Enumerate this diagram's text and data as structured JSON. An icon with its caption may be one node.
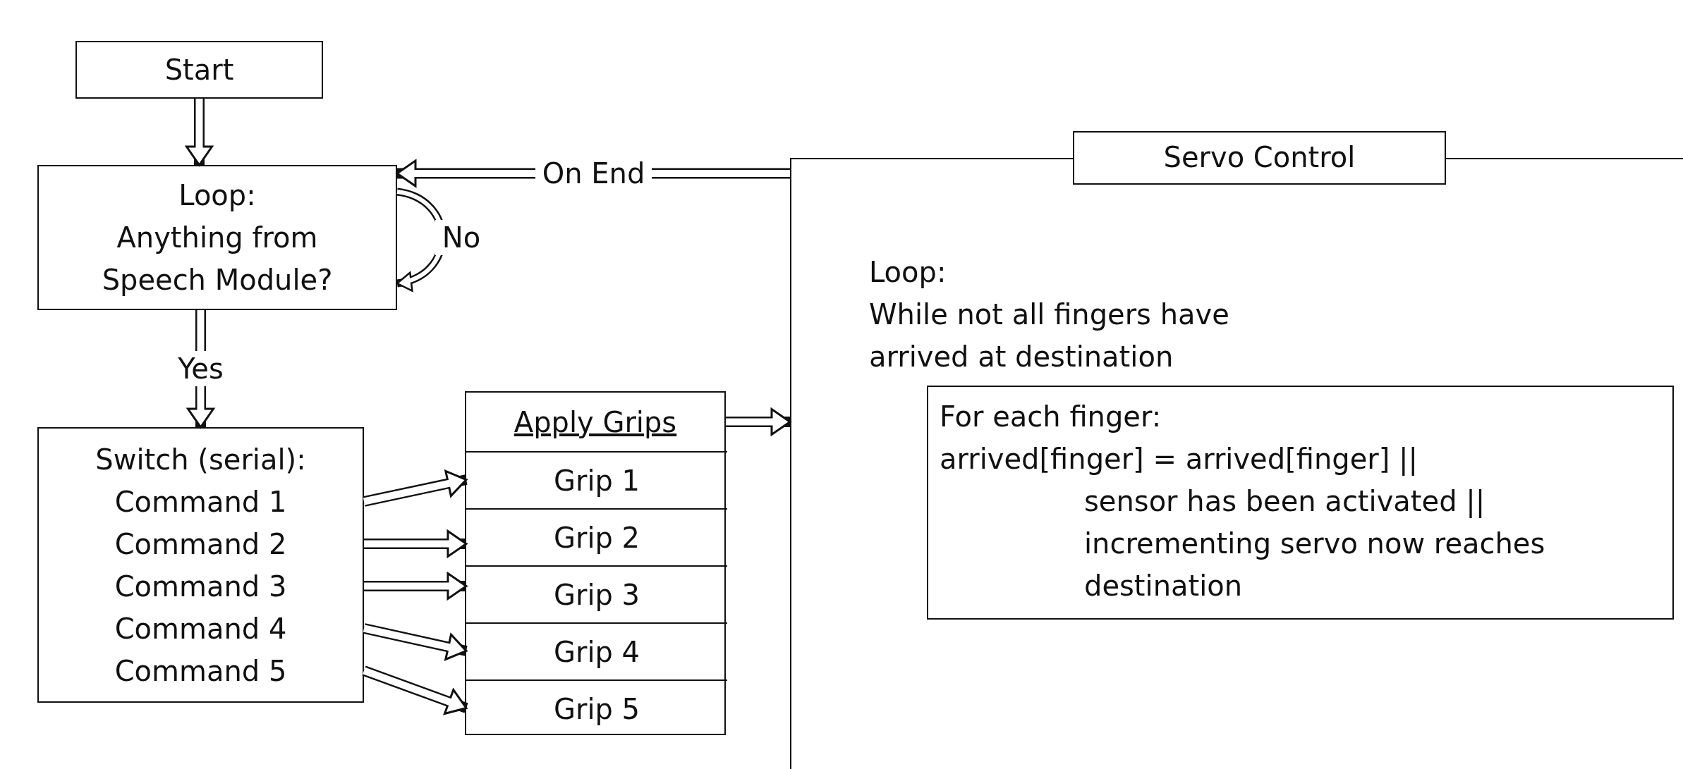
{
  "diagram": {
    "nodes": [
      {
        "text": [
          "Start"
        ]
      },
      {
        "text": [
          "Loop:",
          "Anything from Speech Module?"
        ]
      },
      {
        "text": [
          "Switch (serial):",
          "Command 1",
          "Command 2",
          "Command 3",
          "Command 4",
          "Command 5"
        ]
      },
      {
        "text": [
          "Apply Grips"
        ]
      },
      {
        "text": [
          "Grip 1"
        ],
        "in": 3
      },
      {
        "text": [
          "Grip 2"
        ],
        "in": 3
      },
      {
        "text": [
          "Grip 3"
        ],
        "in": 3
      },
      {
        "text": [
          "Grip 4"
        ],
        "in": 3
      },
      {
        "text": [
          "Grip 5"
        ],
        "in": 3
      },
      {
        "text": [
          "Servo Control",
          "Loop:",
          "While not all fingers have arrived at destination"
        ]
      },
      {
        "text": [
          "For each finger:",
          "arrived[finger] = arrived[finger] ||",
          "sensor has been activated ||",
          "incrementing servo now reaches destination"
        ],
        "in": 9
      }
    ],
    "edges": [
      {
        "from": 0,
        "to": 1,
        "arrow": "to"
      },
      {
        "from": 1,
        "to": 1,
        "arrow": "to",
        "label": "No"
      },
      {
        "from": 1,
        "to": 2,
        "arrow": "to",
        "label": "Yes"
      },
      {
        "from": 9,
        "to": 1,
        "arrow": "to",
        "label": "On End"
      },
      {
        "from": 2,
        "to": 4,
        "arrow": "to"
      },
      {
        "from": 2,
        "to": 5,
        "arrow": "to"
      },
      {
        "from": 2,
        "to": 6,
        "arrow": "to"
      },
      {
        "from": 2,
        "to": 7,
        "arrow": "to"
      },
      {
        "from": 2,
        "to": 8,
        "arrow": "to"
      },
      {
        "from": 3,
        "to": 9,
        "arrow": "to"
      }
    ]
  }
}
